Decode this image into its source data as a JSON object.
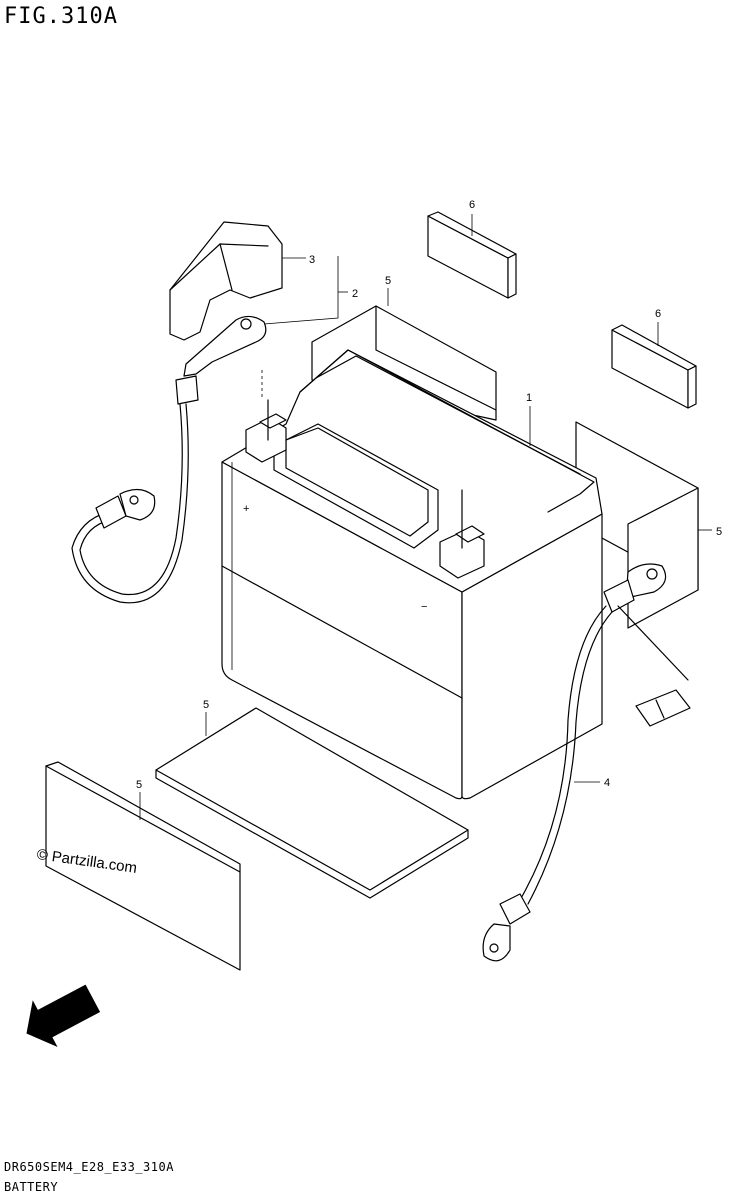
{
  "figure": {
    "title": "FIG.310A",
    "code": "DR650SEM4_E28_E33_310A",
    "name": "BATTERY"
  },
  "watermark": "© Partzilla.com",
  "direction_badge": "FWD",
  "callouts": [
    {
      "id": "1",
      "label": "1"
    },
    {
      "id": "2",
      "label": "2"
    },
    {
      "id": "3",
      "label": "3"
    },
    {
      "id": "4",
      "label": "4"
    },
    {
      "id": "5a",
      "label": "5"
    },
    {
      "id": "5b",
      "label": "5"
    },
    {
      "id": "5c",
      "label": "5"
    },
    {
      "id": "5d",
      "label": "5"
    },
    {
      "id": "6a",
      "label": "6"
    },
    {
      "id": "6b",
      "label": "6"
    }
  ],
  "terminals": {
    "positive": "+",
    "negative": "−"
  }
}
